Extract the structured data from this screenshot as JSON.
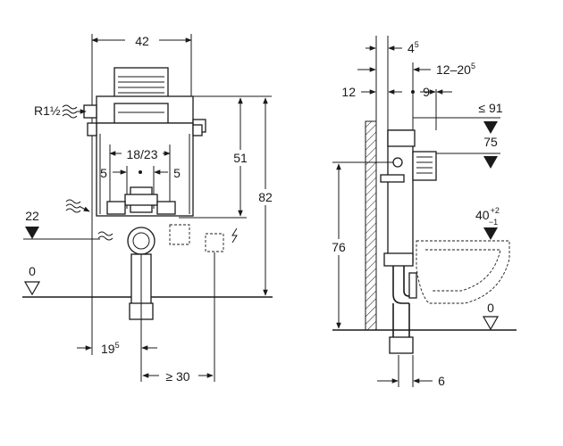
{
  "front_view": {
    "width_dim": "42",
    "thread_label": "R1½",
    "spacing_label": "18/23",
    "offset_left": "5",
    "offset_right": "5",
    "height_51": "51",
    "height_82": "82",
    "level_22": "22",
    "floor_level": "0",
    "offset_195_main": "19",
    "offset_195_sup": "5",
    "min_30": "≥ 30"
  },
  "side_view": {
    "depth_45_main": "4",
    "depth_45_sup": "5",
    "range_main": "12–20",
    "range_sup": "5",
    "dim_12": "12",
    "dim_9": "9",
    "max_91": "≤ 91",
    "dim_75": "75",
    "height_76": "76",
    "bowl_height": "40",
    "bowl_tol_plus": "+2",
    "bowl_tol_minus": "−1",
    "floor_level": "0",
    "dim_6": "6"
  }
}
